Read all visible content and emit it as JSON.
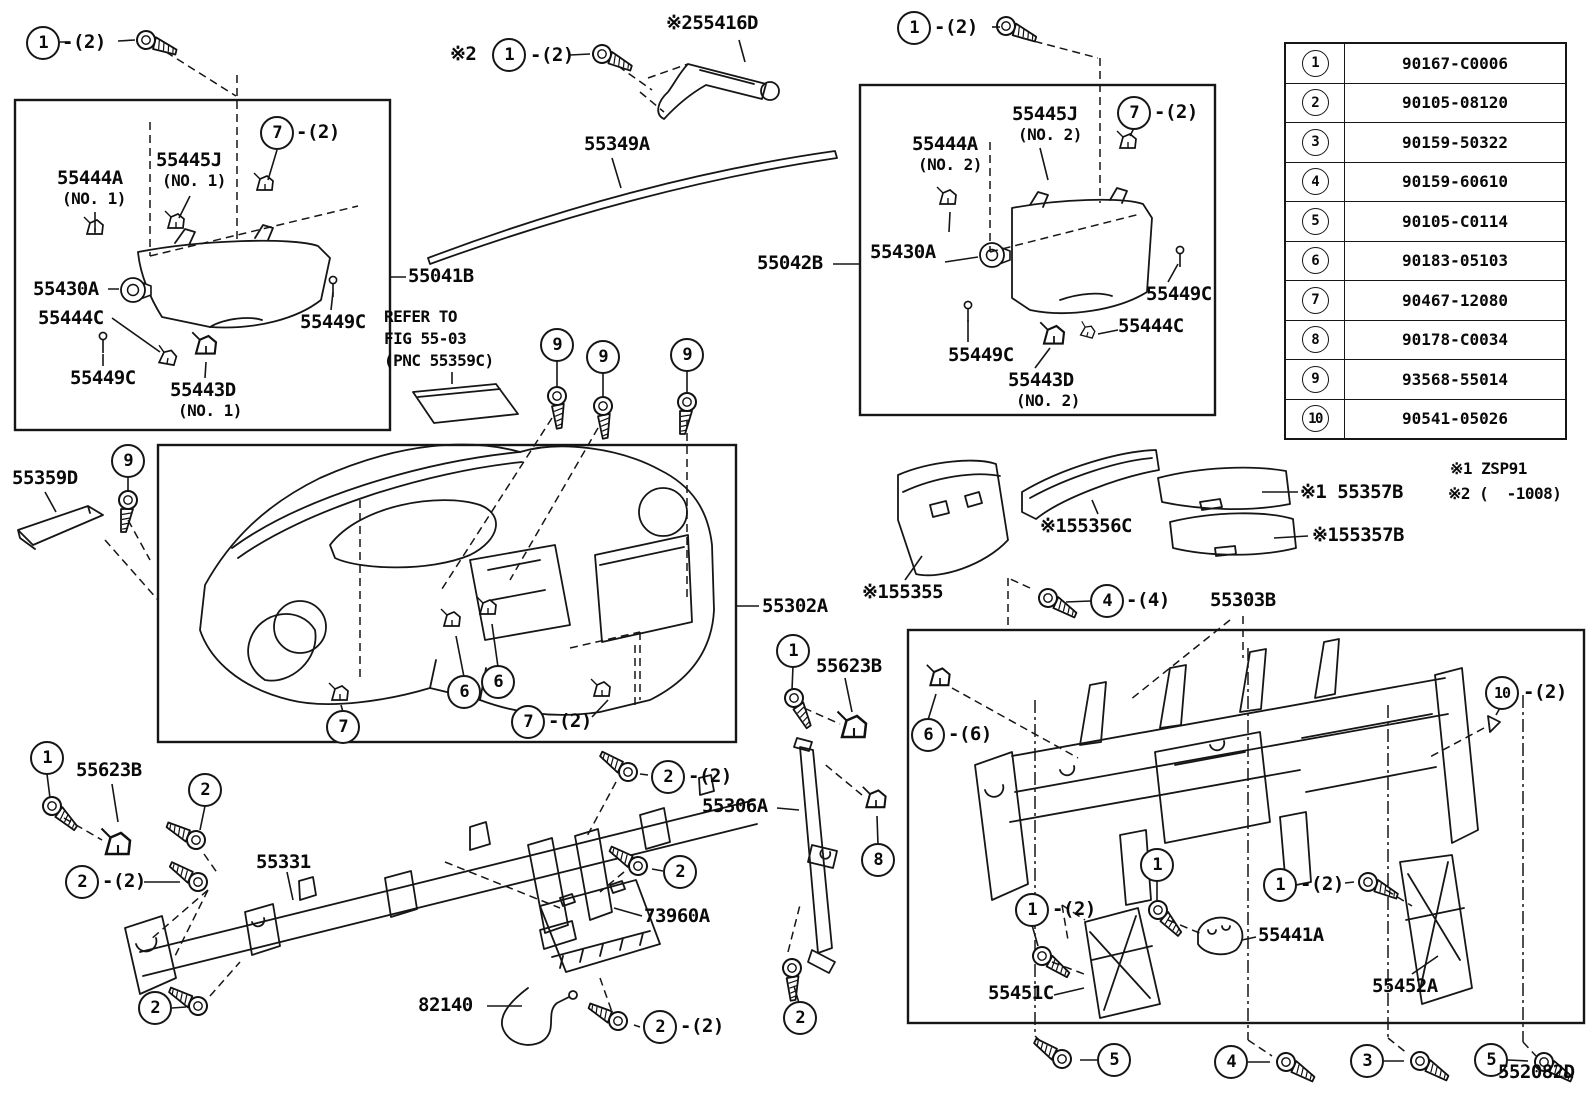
{
  "doc": {
    "diagram_code": "552082D"
  },
  "callout": {
    "c1": "1",
    "c2": "2",
    "c3": "3",
    "c4": "4",
    "c5": "5",
    "c6": "6",
    "c7": "7",
    "c8": "8",
    "c9": "9",
    "c10": "10"
  },
  "qty": {
    "p2": "-(2)",
    "p4": "-(4)",
    "p6": "-(6)"
  },
  "prefix": {
    "star2": "※2"
  },
  "refer": {
    "l1": "REFER TO",
    "l2": "FIG 55-03",
    "l3": "(PNC 55359C)"
  },
  "notes": {
    "n1": "※1 ZSP91",
    "n2": "※2 (  -1008)"
  },
  "parts": {
    "p55041B": "55041B",
    "p55042B": "55042B",
    "p55302A": "55302A",
    "p55303B": "55303B",
    "p55306A": "55306A",
    "p55331": "55331",
    "p55349A": "55349A",
    "p55355": "※155355",
    "p55356C": "※155356C",
    "p55357B1": "※1 55357B",
    "p55357B2": "※155357B",
    "p55359D": "55359D",
    "p55416D": "※255416D",
    "p55430A": "55430A",
    "p55441A": "55441A",
    "p55443D": "55443D",
    "p55444A": "55444A",
    "p55444C": "55444C",
    "p55445J": "55445J",
    "p55449C": "55449C",
    "p55451C": "55451C",
    "p55452A": "55452A",
    "p55623B": "55623B",
    "p73960A": "73960A",
    "p82140": "82140",
    "no1": "(NO. 1)",
    "no2": "(NO. 2)"
  },
  "table": {
    "rows": [
      [
        "1",
        "90167-C0006"
      ],
      [
        "2",
        "90105-08120"
      ],
      [
        "3",
        "90159-50322"
      ],
      [
        "4",
        "90159-60610"
      ],
      [
        "5",
        "90105-C0114"
      ],
      [
        "6",
        "90183-05103"
      ],
      [
        "7",
        "90467-12080"
      ],
      [
        "8",
        "90178-C0034"
      ],
      [
        "9",
        "93568-55014"
      ],
      [
        "10",
        "90541-05026"
      ]
    ]
  }
}
